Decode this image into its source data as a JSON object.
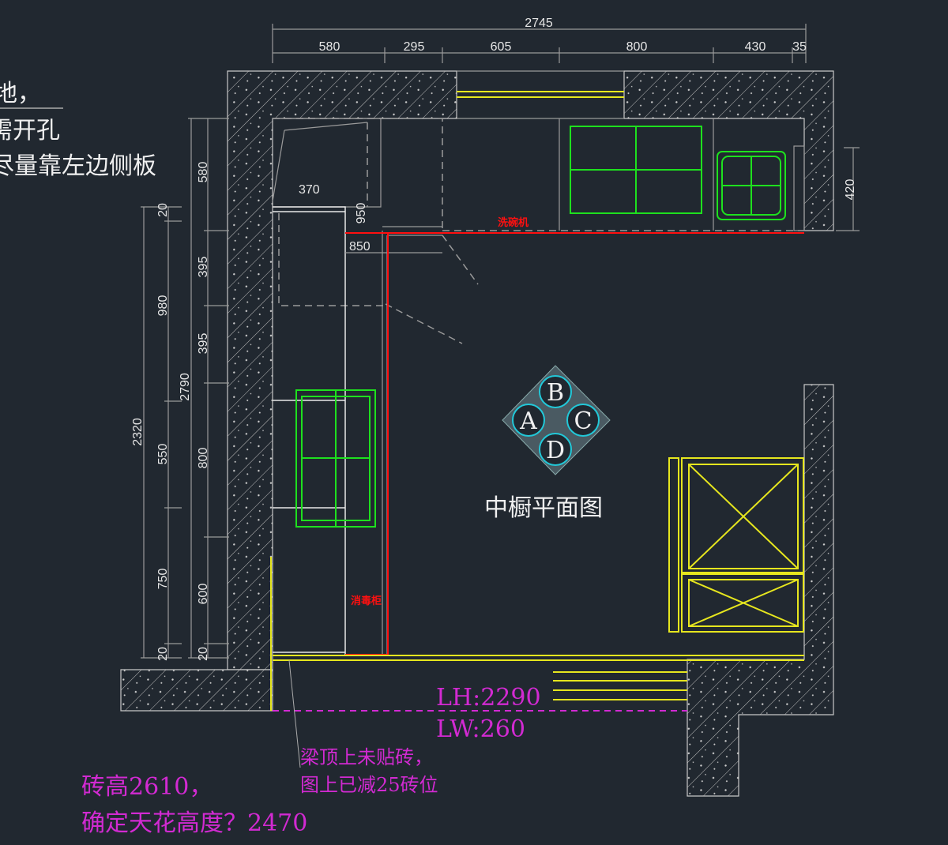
{
  "notes_left": [
    "地，",
    "需开孔",
    "尽量靠左边侧板"
  ],
  "top_dims": {
    "total": "2745",
    "parts": [
      "580",
      "295",
      "605",
      "800",
      "430",
      "35"
    ]
  },
  "left_dims_outer": {
    "total": "2790",
    "parts": [
      "580",
      "395",
      "395",
      "800",
      "600",
      "20"
    ]
  },
  "left_dims_inner": {
    "total": "2320",
    "parts": [
      "20",
      "980",
      "550",
      "750",
      "20"
    ]
  },
  "right_dim": "420",
  "inner_dims": {
    "d370": "370",
    "d950": "950",
    "d850": "850"
  },
  "labels": {
    "dishwasher": "洗碗机",
    "sterilizer": "消毒柜"
  },
  "compass": {
    "b": "B",
    "a": "A",
    "c": "C",
    "d": "D"
  },
  "title": "中橱平面图",
  "beam": {
    "lh": "LH:2290",
    "lw": "LW:260",
    "note1": "梁顶上未贴砖，",
    "note2": "图上已减25砖位"
  },
  "bottom_notes": [
    "砖高2610，",
    "确定天花高度？2470"
  ],
  "colors": {
    "background": "#212830",
    "magenta": "#d22ad2",
    "green": "#1ee01e",
    "yellow": "#e6e61e",
    "red": "#ff1010"
  }
}
